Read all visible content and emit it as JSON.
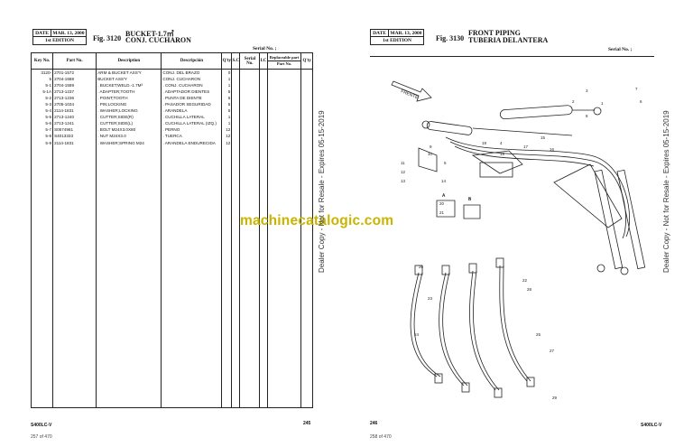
{
  "left": {
    "header": {
      "date_label": "DATE",
      "date_value": "MAR. 13, 2000",
      "edition": "1st EDITION"
    },
    "figure": {
      "number": "Fig. 3120",
      "title_en": "BUCKET-1.7㎥",
      "title_es": "CONJ. CUCHARON"
    },
    "serial_label": "Serial No. ;",
    "columns": {
      "key": "Key No.",
      "part": "Part No.",
      "desc_en": "Description",
      "desc_es": "Descripci&oacute;n",
      "qty": "Q'ty",
      "sc": "S.C",
      "serial": "Serial No.",
      "ic": "I.C",
      "replaceable": "Replaceable part",
      "rp_part": "Part No.",
      "rp_qty": "Q'ty"
    },
    "rows": [
      {
        "key": "3120-",
        "part": "2701-1572",
        "en": "ARM & BUCKET ASS'Y",
        "es": "CONJ. DEL BRAZO",
        "qty": "0"
      },
      {
        "key": "5",
        "part": "2704-1588",
        "en": "BUCKET ASS'Y",
        "es": "CONJ. CUCHARON",
        "qty": "1"
      },
      {
        "key": "5-1",
        "part": "2704-1589",
        "en": ". BUCKET;WELD.-1.7M³",
        "es": ". CONJ. CUCHARON",
        "qty": "1"
      },
      {
        "key": "5-1A",
        "part": "2713-1237",
        "en": ". ADAPTER;TOOTH",
        "es": ". ADAPTADOR DIENTES",
        "qty": "5"
      },
      {
        "key": "5-2",
        "part": "2713-1236",
        "en": ". POINT;TOOTH",
        "es": ". PUNTA DE DIENTE",
        "qty": "5"
      },
      {
        "key": "5-3",
        "part": "2705-1034",
        "en": ". PIN;LOCKING",
        "es": ". PASADOR SEGURIDAD",
        "qty": "5"
      },
      {
        "key": "5-4",
        "part": "2114-1831",
        "en": ". WASHER;LOCKING",
        "es": ". ARANDELA",
        "qty": "5"
      },
      {
        "key": "5-5",
        "part": "2713-1240",
        "en": ". CUTTER;SIDE(R)",
        "es": ". CUCHILLA LATERAL",
        "qty": "1"
      },
      {
        "key": "5-6",
        "part": "2713-1241",
        "en": ". CUTTER;SIDE(L)",
        "es": ". CUCHILLA LATERAL (IZQ.)",
        "qty": "1"
      },
      {
        "key": "5-7",
        "part": "S0574961",
        "en": ". BOLT M24X3.0X80",
        "es": ". PERNO",
        "qty": "12"
      },
      {
        "key": "5-8",
        "part": "S4013333",
        "en": ". NUT M24X3.0",
        "es": ". TUERCA",
        "qty": "12"
      },
      {
        "key": "5-9",
        "part": "2114-1831",
        "en": ". WASHER;SPRING M24",
        "es": ". ARANDELA ENDURECIDA",
        "qty": "12"
      }
    ],
    "footer_model": "S400LC-V",
    "footer_page": "245",
    "pdf_page": "257 of 470"
  },
  "right": {
    "header": {
      "date_label": "DATE",
      "date_value": "MAR. 13, 2000",
      "edition": "1st EDITION"
    },
    "figure": {
      "number": "Fig. 3130",
      "title_en": "FRONT PIPING",
      "title_es": "TUBERIA DELANTERA"
    },
    "serial_label": "Serial No. ;",
    "footer_page": "246",
    "footer_model": "S400LC-V",
    "pdf_page": "258 of 470",
    "arrow_label": "FRENTE",
    "callouts": [
      "1",
      "2",
      "3",
      "4",
      "5",
      "6",
      "7",
      "8",
      "9",
      "10",
      "11",
      "12",
      "13",
      "14",
      "15",
      "16",
      "17",
      "18",
      "19",
      "20",
      "21",
      "22",
      "23",
      "24",
      "25",
      "26",
      "27",
      "28",
      "29",
      "A",
      "B"
    ]
  },
  "watermark": "machinecatalogic.com",
  "dealer_note": "Dealer Copy - Not for Resale - Expires 05-15-2019"
}
